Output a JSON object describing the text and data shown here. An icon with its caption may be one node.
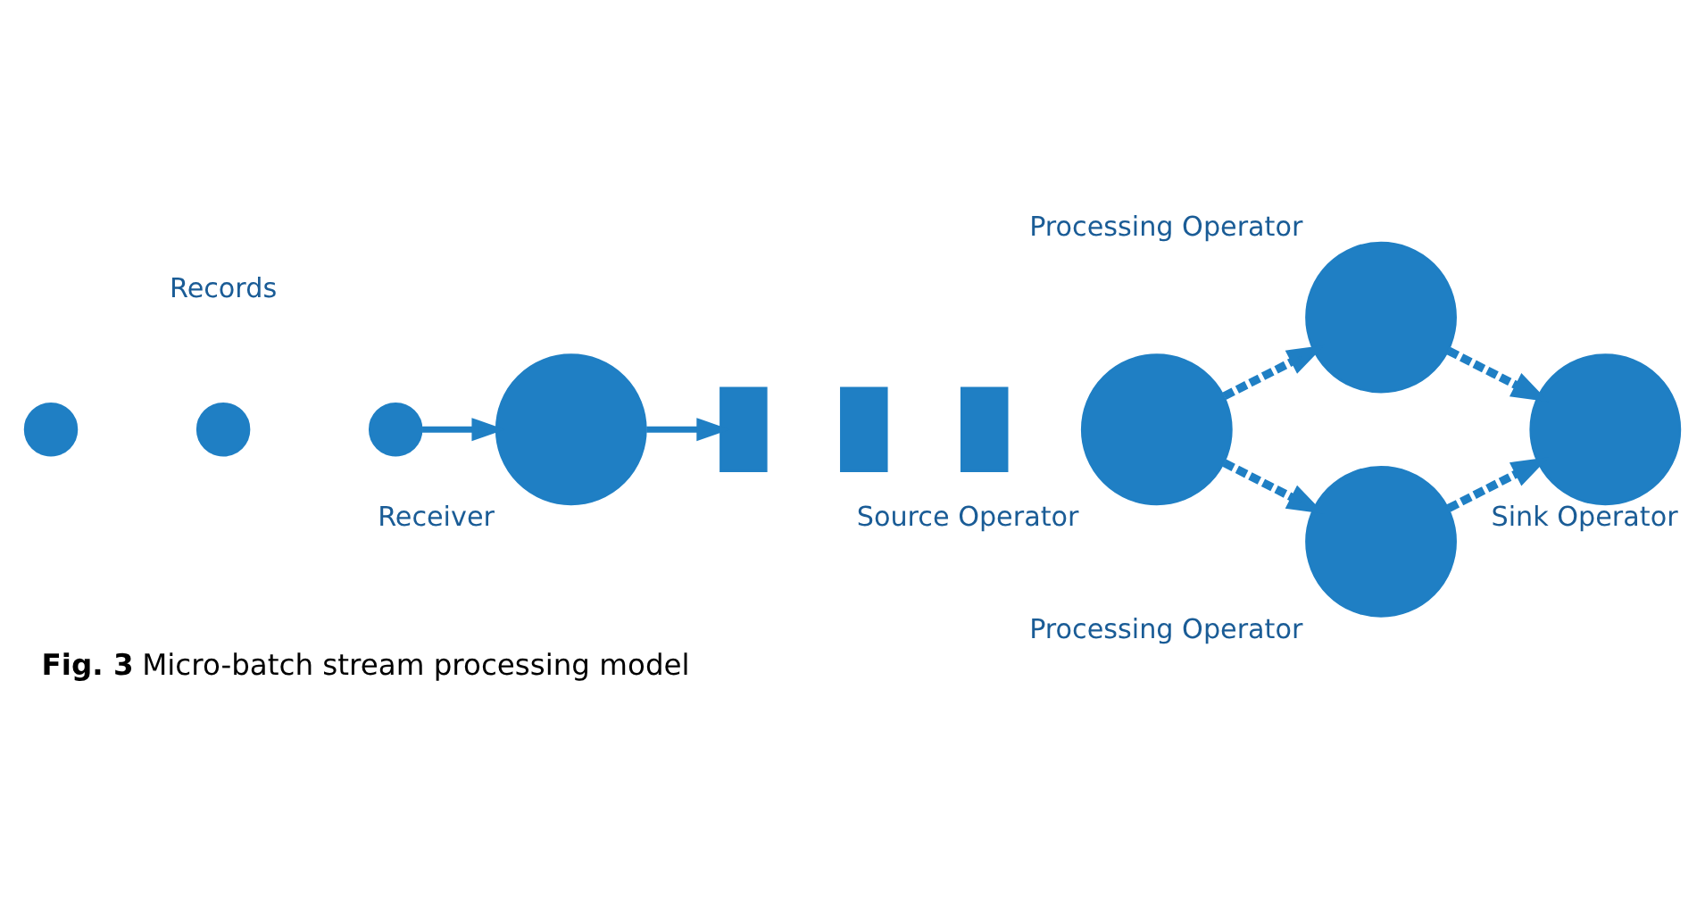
{
  "diagram": {
    "caption": "**Fig. 3** Micro-batch stream processing model",
    "nodes": [
      {
        "text": [],
        "shape": "circle"
      },
      {
        "text": [],
        "shape": "circle"
      },
      {
        "text": [],
        "shape": "circle"
      },
      {
        "text": [
          "Receiver"
        ]
      },
      {
        "text": [],
        "shape": "box"
      },
      {
        "text": [],
        "shape": "box"
      },
      {
        "text": [],
        "shape": "box"
      },
      {
        "text": [
          "Source Operator"
        ]
      },
      {
        "text": [
          "Processing Operator"
        ]
      },
      {
        "text": [
          "Processing Operator"
        ]
      },
      {
        "text": [
          "Sink Operator"
        ]
      }
    ],
    "edges": [
      {
        "from": 2,
        "to": 3,
        "arrow": "to"
      },
      {
        "from": 3,
        "to": 4,
        "arrow": "to"
      },
      {
        "from": 7,
        "to": 8,
        "arrow": "to",
        "style": "dashed"
      },
      {
        "from": 7,
        "to": 9,
        "arrow": "to",
        "style": "dashed"
      },
      {
        "from": 8,
        "to": 10,
        "arrow": "to",
        "style": "dashed"
      },
      {
        "from": 9,
        "to": 10,
        "arrow": "to",
        "style": "dashed"
      }
    ],
    "labels": [
      "Records"
    ]
  }
}
